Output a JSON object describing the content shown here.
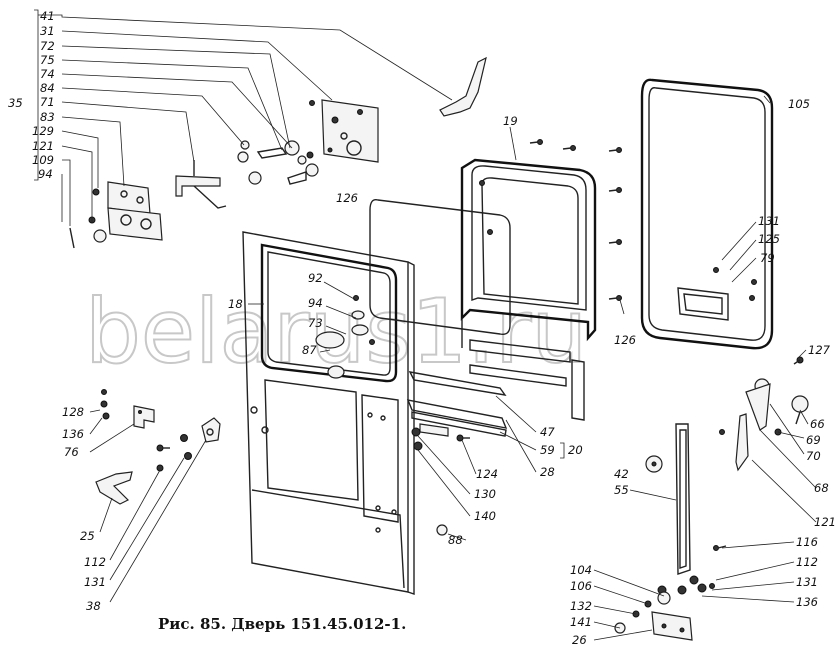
{
  "caption": "Рис. 85. Дверь 151.45.012-1.",
  "watermark": "belarus1.ru",
  "colors": {
    "ink": "#111111",
    "watermark": "#c8c8c8",
    "background": "#ffffff"
  },
  "labels": {
    "l41": "41",
    "l31": "31",
    "l72": "72",
    "l75": "75",
    "l74": "74",
    "l84": "84",
    "l71": "71",
    "l83": "83",
    "l129": "129",
    "l121a": "121",
    "l109": "109",
    "l94a": "94",
    "l35": "35",
    "l126a": "126",
    "l19": "19",
    "l105": "105",
    "l18": "18",
    "l92": "92",
    "l94b": "94",
    "l73": "73",
    "l87": "87",
    "l131a": "131",
    "l125": "125",
    "l79": "79",
    "l126b": "126",
    "l127": "127",
    "l128": "128",
    "l136a": "136",
    "l76": "76",
    "l66": "66",
    "l69": "69",
    "l70": "70",
    "l68": "68",
    "l121b": "121",
    "l47": "47",
    "l59": "59",
    "l20": "20",
    "l28": "28",
    "l124": "124",
    "l130": "130",
    "l140": "140",
    "l88": "88",
    "l42": "42",
    "l55": "55",
    "l116": "116",
    "l112a": "112",
    "l131b": "131",
    "l136b": "136",
    "l104": "104",
    "l106": "106",
    "l132": "132",
    "l141": "141",
    "l26": "26",
    "l25": "25",
    "l112b": "112",
    "l131c": "131",
    "l38": "38"
  }
}
